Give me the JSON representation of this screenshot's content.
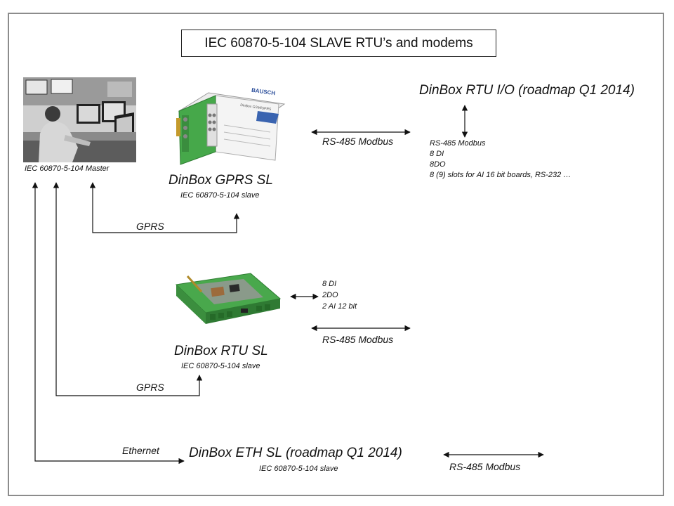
{
  "title": "IEC 60870-5-104 SLAVE RTU’s  and modems",
  "master": {
    "label": "IEC 60870-5-104  Master"
  },
  "devices": {
    "gprs": {
      "name": "DinBox GPRS SL",
      "subtitle": "IEC 60870-5-104  slave",
      "brand": "BAUSCH",
      "model": "DinBox GSM/GPRS"
    },
    "rtu": {
      "name": "DinBox RTU SL",
      "subtitle": "IEC 60870-5-104  slave"
    },
    "eth": {
      "name": "DinBox ETH SL (roadmap Q1 2014)",
      "subtitle": "IEC 60870-5-104  slave"
    },
    "rtu_io": {
      "name": "DinBox RTU I/O (roadmap Q1 2014)"
    }
  },
  "rtu_io_specs": [
    "RS-485  Modbus",
    "8 DI",
    "8DO",
    "8 (9)  slots for AI 16 bit boards, RS-232  …"
  ],
  "rtu_specs": [
    "8 DI",
    "2DO",
    "2 AI 12 bit"
  ],
  "links": {
    "gprs_modbus": "RS-485 Modbus",
    "rtu_modbus": "RS-485 Modbus",
    "eth_modbus": "RS-485 Modbus",
    "gprs_master": "GPRS",
    "rtu_master": "GPRS",
    "eth_master": "Ethernet"
  },
  "colors": {
    "device_green": "#4caf50",
    "frame": "#8c8c8c",
    "line": "#111111"
  }
}
